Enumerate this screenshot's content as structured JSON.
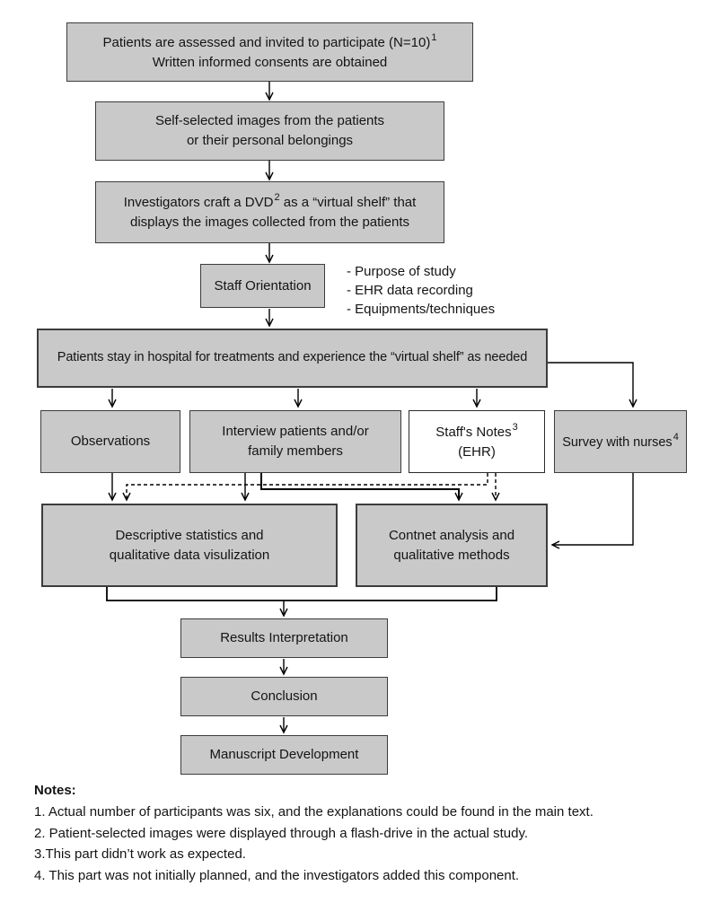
{
  "flowchart": {
    "boxes": {
      "assess": {
        "line1": "Patients are assessed and invited to participate (N=10)",
        "sup": "1",
        "line2": "Written informed consents are obtained"
      },
      "images": {
        "line1": "Self-selected images from the patients",
        "line2": "or their personal belongings"
      },
      "dvd": {
        "line1a": "Investigators craft a DVD",
        "sup": "2",
        "line1b": " as a “virtual shelf” that",
        "line2": "displays the images collected from the patients"
      },
      "staff_orientation": {
        "label": "Staff Orientation"
      },
      "hospital": {
        "label": "Patients stay in hospital for treatments and experience the “virtual shelf” as needed"
      },
      "observations": {
        "label": "Observations"
      },
      "interview": {
        "line1": "Interview patients and/or",
        "line2": "family members"
      },
      "staff_notes": {
        "line1": "Staff's Notes",
        "sup": "3",
        "line2": "(EHR)"
      },
      "survey": {
        "label": "Survey with nurses",
        "sup": "4"
      },
      "descriptive": {
        "line1": "Descriptive statistics and",
        "line2": "qualitative data visulization"
      },
      "content": {
        "line1": "Contnet analysis and",
        "line2": "qualitative methods"
      },
      "results": {
        "label": "Results Interpretation"
      },
      "conclusion": {
        "label": "Conclusion"
      },
      "manuscript": {
        "label": "Manuscript Development"
      }
    },
    "orientation_topics": [
      "- Purpose of study",
      "- EHR data recording",
      "- Equipments/techniques"
    ]
  },
  "notes": {
    "title": "Notes:",
    "items": [
      "1. Actual number of participants was six, and the explanations could be found in the main text.",
      "2. Patient-selected images were displayed through a flash-drive in the actual study.",
      "3.This part didn’t work as expected.",
      "4. This part was not initially planned, and the investigators added this component."
    ]
  },
  "colors": {
    "box_fill": "#c9c9c9",
    "box_border": "#3c3c3c",
    "line": "#000000",
    "background": "#ffffff"
  }
}
